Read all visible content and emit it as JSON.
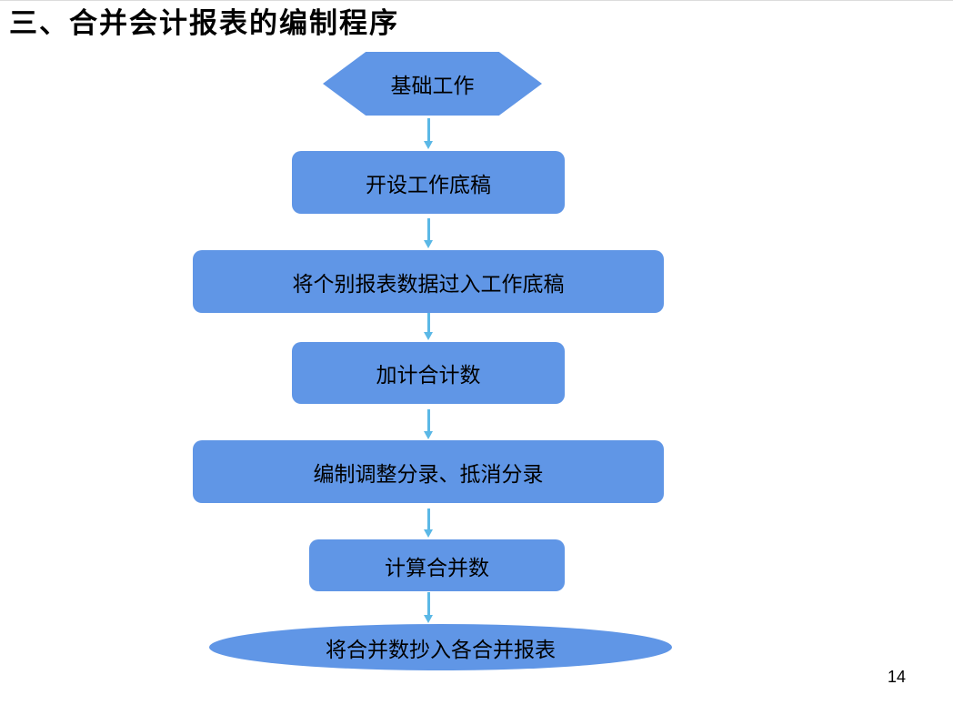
{
  "slide": {
    "title": "三、合并会计报表的编制程序",
    "page_number": "14"
  },
  "colors": {
    "node_fill": "#6096e6",
    "arrow": "#5bb8e6",
    "text": "#000000"
  },
  "flowchart": {
    "nodes": [
      {
        "id": "n1",
        "shape": "hexagon",
        "label": "基础工作"
      },
      {
        "id": "n2",
        "shape": "rounded-rect",
        "label": "开设工作底稿"
      },
      {
        "id": "n3",
        "shape": "rounded-rect",
        "label": "将个别报表数据过入工作底稿"
      },
      {
        "id": "n4",
        "shape": "rounded-rect",
        "label": "加计合计数"
      },
      {
        "id": "n5",
        "shape": "rounded-rect",
        "label": "编制调整分录、抵消分录"
      },
      {
        "id": "n6",
        "shape": "rounded-rect",
        "label": "计算合并数"
      },
      {
        "id": "n7",
        "shape": "ellipse",
        "label": "将合并数抄入各合并报表"
      }
    ],
    "edges": [
      {
        "from": "n1",
        "to": "n2",
        "icon": "arrow-down-icon"
      },
      {
        "from": "n2",
        "to": "n3",
        "icon": "arrow-down-icon"
      },
      {
        "from": "n3",
        "to": "n4",
        "icon": "arrow-down-icon"
      },
      {
        "from": "n4",
        "to": "n5",
        "icon": "arrow-down-icon"
      },
      {
        "from": "n5",
        "to": "n6",
        "icon": "arrow-down-icon"
      },
      {
        "from": "n6",
        "to": "n7",
        "icon": "arrow-down-icon"
      }
    ]
  }
}
